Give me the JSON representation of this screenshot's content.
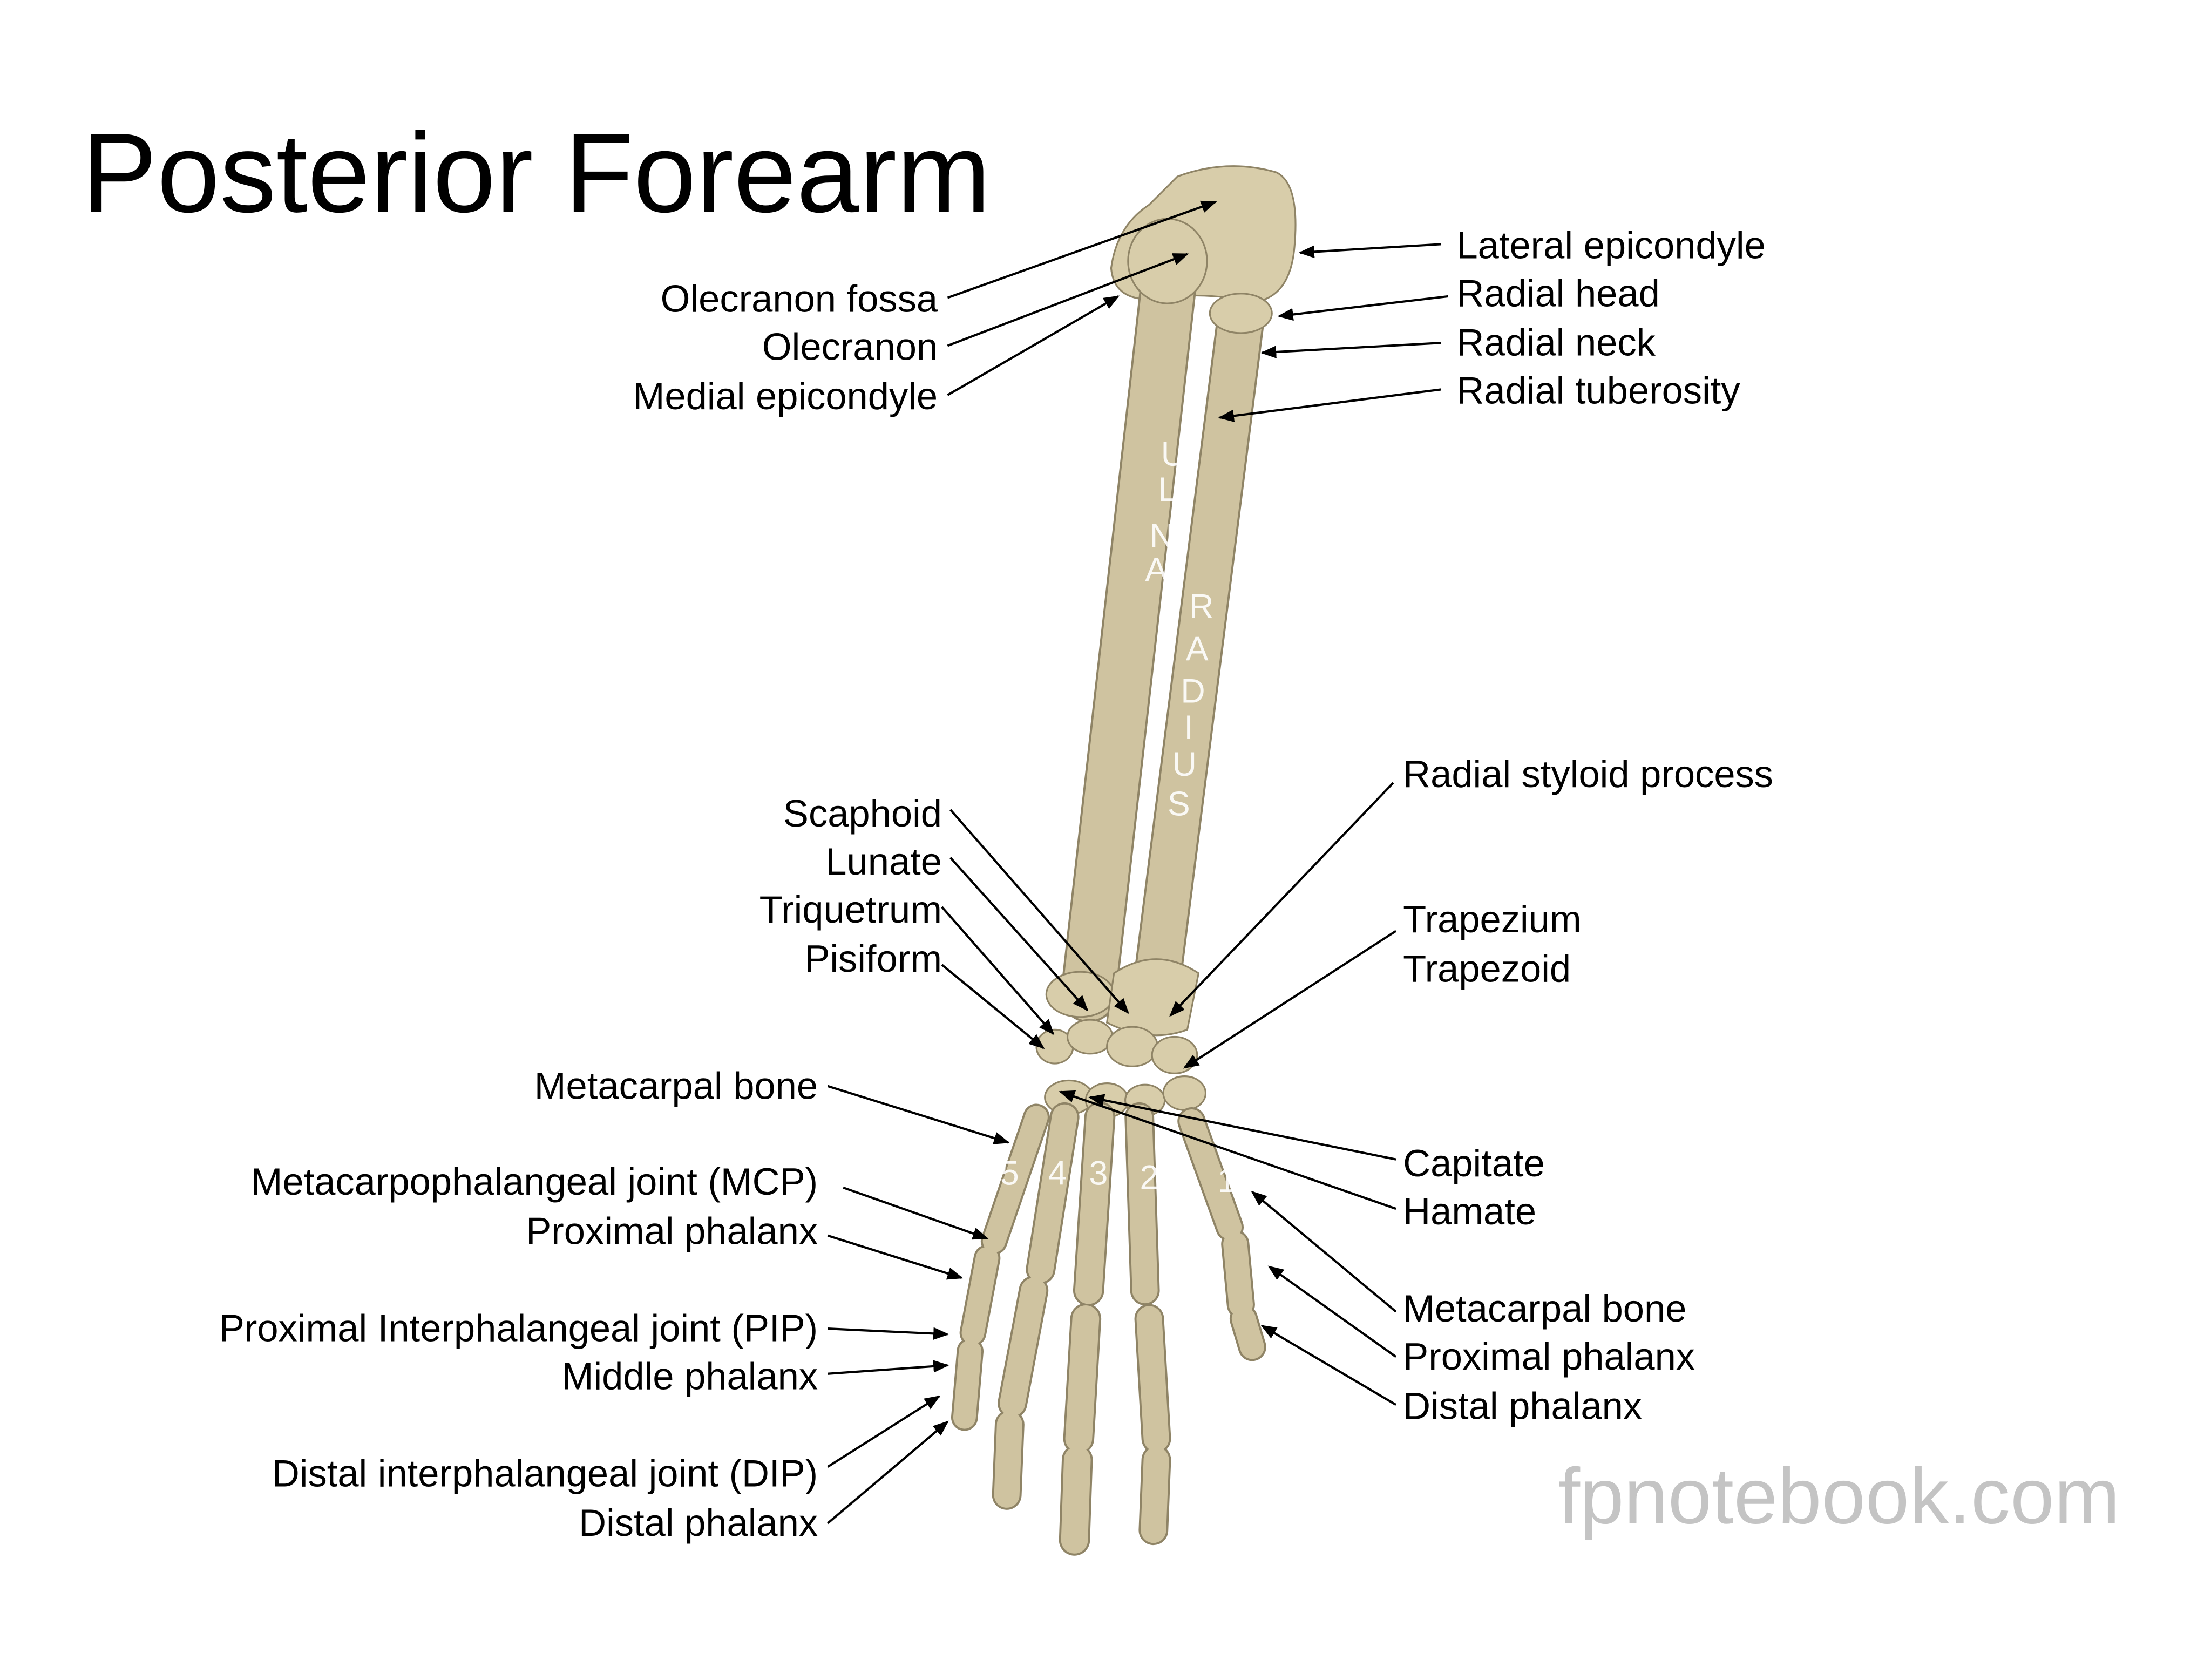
{
  "title": "Posterior Forearm",
  "watermark": "fpnotebook.com",
  "bone_labels": {
    "ulna": [
      "U",
      "L",
      "N",
      "A"
    ],
    "radius": [
      "R",
      "A",
      "D",
      "I",
      "U",
      "S"
    ],
    "digits": [
      "5",
      "4",
      "3",
      "2",
      "1"
    ]
  },
  "labels": {
    "elbow_left": [
      "Olecranon fossa",
      "Olecranon",
      "Medial epicondyle"
    ],
    "elbow_right": [
      "Lateral epicondyle",
      "Radial head",
      "Radial neck",
      "Radial tuberosity"
    ],
    "wrist_left": [
      "Scaphoid",
      "Lunate",
      "Triquetrum",
      "Pisiform"
    ],
    "wrist_right": [
      "Radial styloid process",
      "Trapezium",
      "Trapezoid",
      "Capitate",
      "Hamate"
    ],
    "hand_left": [
      "Metacarpal bone",
      "Metacarpophalangeal joint (MCP)",
      "Proximal phalanx",
      "Proximal Interphalangeal joint (PIP)",
      "Middle phalanx",
      "Distal interphalangeal joint (DIP)",
      "Distal phalanx"
    ],
    "thumb_right": [
      "Metacarpal bone",
      "Proximal phalanx",
      "Distal phalanx"
    ]
  }
}
